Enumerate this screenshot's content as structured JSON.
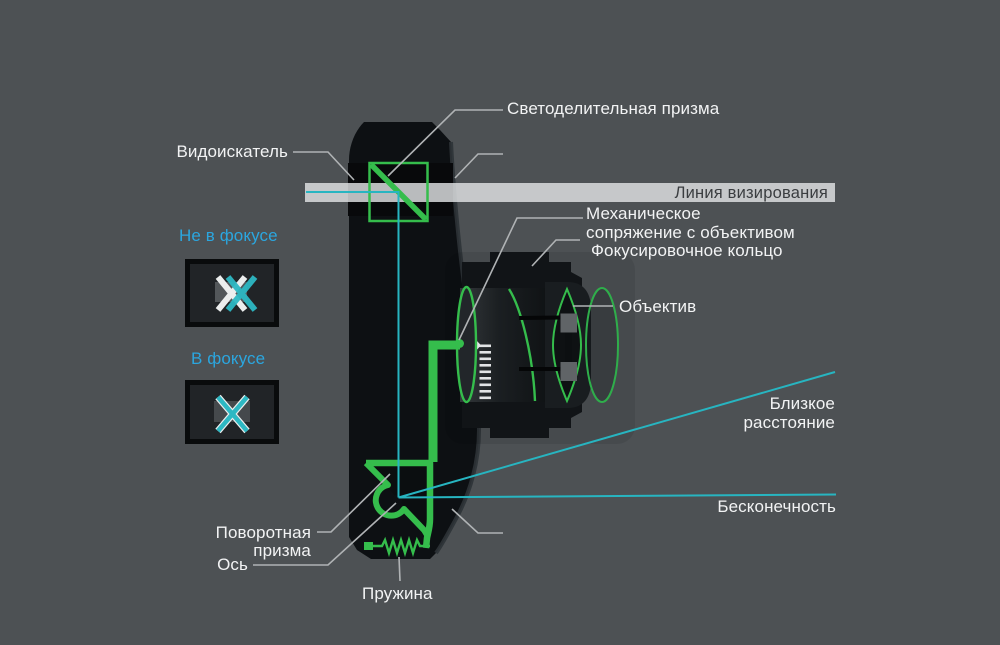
{
  "diagram": {
    "subject": "rangefinder-camera-focusing-schematic",
    "labels": {
      "beam_splitter_prism": "Светоделительная призма",
      "viewfinder": "Видоискатель",
      "sighting_line": "Линия визирования",
      "mechanical_coupling_line1": "Механическое",
      "mechanical_coupling_line2": "сопряжение с объективом",
      "focusing_ring": "Фокусировочное кольцо",
      "lens": "Объектив",
      "out_of_focus": "Не в фокусе",
      "in_focus": "В фокусе",
      "near_distance_line1": "Близкое",
      "near_distance_line2": "расстояние",
      "infinity": "Бесконечность",
      "rotating_prism_line1": "Поворотная",
      "rotating_prism_line2": "призма",
      "axis": "Ось",
      "spring": "Пружина"
    },
    "colors": {
      "background": "#4d5154",
      "optics_green": "#35bd4c",
      "ray_teal": "#27b5c1",
      "focus_label_blue": "#2ba6df",
      "label_white": "#f2f3f4",
      "sight_band": "#dcdedf",
      "band_text_dark": "#3a3d40",
      "leader_gray": "#b0b3b5",
      "camera_body_dark": "#0d1013"
    }
  }
}
